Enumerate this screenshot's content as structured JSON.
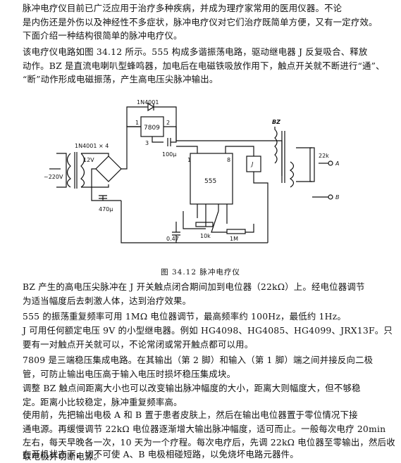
{
  "paragraphs": {
    "p1": [
      "脉冲电疗仪目前已广泛应用于治疗多种疾病，并成为理疗家常用的医用仪器。不论",
      "是内伤还是外伤以及神经性不多症状，脉冲电疗仪对它们治疗既简单方便，又有一定疗效。",
      "下面介绍一种结构很简单的脉冲电疗仪。"
    ],
    "p2": [
      "该电疗仪电路如图 34.12 所示。555 构成多谐振荡电路，驱动继电器 J 反复吸合、释放",
      "动作。BZ 是直流电喇叭型蜂鸣器，加电后在电磁铁吸放作用下，触点开关就不断进行“通”、",
      "“断”动作形成电磁振荡，产生高电压尖脉冲输出。"
    ],
    "p3": [
      "BZ 产生的高电压尖脉冲在 J 开关触点闭合期间加到电位器（22kΩ）上。经电位器调节",
      "为适当幅度后去刺激人体，达到治疗效果。"
    ],
    "p4": [
      "555 的振荡重复频率可用 1MΩ 电位器调节，最高频率约 100Hz，最低约 1Hz。"
    ],
    "p5": [
      "J 可用任何额定电压 9V 的小型继电器。例如 HG4098、HG4085、HG4099、JRX13F。只",
      "要有一对触点开关就可以，不论常闭或常开触点都可以用。"
    ],
    "p6": [
      "7809 是三端稳压集成电路。在其输出（第 2 脚）和输入（第 1 脚）端之间并接反向二极",
      "管，可防止输出电压高于输入电压时损坏稳压集成块。"
    ],
    "p7": [
      "调整 BZ 触点间距离大小也可以改变输出脉冲幅度的大小，距离大则幅度大，但不够稳",
      "定。距离小比较稳定，脉冲重复频率高。"
    ],
    "p8": [
      "使用前，先把输出电极 A 和 B 置于患者皮肤上，然后在输出电位器置于零位情况下接",
      "通电源。再缓慢调节 22kΩ 电位器逐渐增大输出脉冲幅度，适可而止。一般每次电疗 20min",
      "左右，每天早晚各一次，10 天为一个疗程。每次电疗后，先调 22kΩ 电位器至零输出，然后收",
      "取电极并切断电源。"
    ],
    "p9": [
      "在开机状态下，切不可使 A、B 电极相碰短路，以免烧坏电路元器件。"
    ]
  },
  "figure": {
    "caption": "图 34.12   脉冲电疗仪",
    "labels": {
      "d1": "1N4001",
      "reg": "7809",
      "pin1": "1",
      "pin2": "2",
      "pin3": "3",
      "bridge": "1N4001 × 4",
      "volt12": "12V",
      "mains": "~220V",
      "cap100": "100μ",
      "cap470": "470μ",
      "ic": "555",
      "icpin1": "1",
      "icpin8": "8",
      "relay": "J",
      "bz": "BZ",
      "pot22": "22k",
      "outA": "A",
      "outB": "B",
      "r10k": "10k",
      "c047": "0.47",
      "pot1m": "1M"
    }
  }
}
